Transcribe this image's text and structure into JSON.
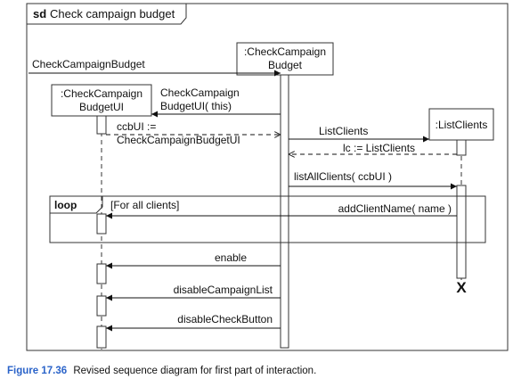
{
  "frame": {
    "keyword": "sd",
    "title": "Check campaign budget"
  },
  "lifelines": {
    "budget": {
      "label_line1": ":CheckCampaign",
      "label_line2": "Budget"
    },
    "ui": {
      "label_line1": ":CheckCampaign",
      "label_line2": "BudgetUI"
    },
    "clients": {
      "label": ":ListClients"
    }
  },
  "messages": {
    "entry": "CheckCampaignBudget",
    "create_ui_line1": "CheckCampaign",
    "create_ui_line2": "BudgetUI( this)",
    "return_ui_line1": "ccbUI :=",
    "return_ui_line2": "CheckCampaignBudgetUI",
    "create_clients": "ListClients",
    "return_clients": "lc := ListClients",
    "list_all": "listAllClients( ccbUI )",
    "add_name": "addClientName( name )",
    "enable": "enable",
    "disable_list": "disableCampaignList",
    "disable_button": "disableCheckButton"
  },
  "loop": {
    "operator": "loop",
    "guard": "[For all clients]"
  },
  "destruction_mark": "X",
  "caption": {
    "number": "Figure 17.36",
    "text": "Revised sequence diagram for first part of interaction."
  },
  "colors": {
    "caption_number": "#2a63c9",
    "line": "#111111",
    "loop_fill": "#ffffff"
  }
}
